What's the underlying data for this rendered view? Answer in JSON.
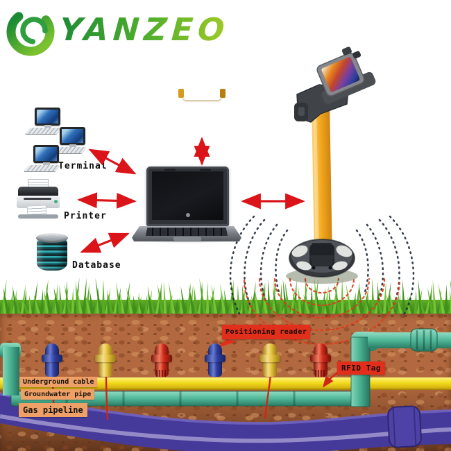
{
  "brand": {
    "name": "YANZEO",
    "logo_icon": "green-swirl-ring-icon",
    "green_dark": "#1b8a34",
    "green_light": "#9cc92c"
  },
  "office": {
    "terminal_label": "Terminal",
    "printer_label": "Printer",
    "database_label": "Database"
  },
  "diagram": {
    "arrow_color": "#da1418",
    "connections": [
      {
        "from": "Terminal",
        "to": "Laptop"
      },
      {
        "from": "Printer",
        "to": "Laptop"
      },
      {
        "from": "Database",
        "to": "Laptop"
      },
      {
        "from": "RFID marker",
        "to": "Laptop"
      },
      {
        "from": "Positioning reader",
        "to": "Laptop"
      }
    ]
  },
  "field": {
    "callout_positioning_reader": "Positioning reader",
    "callout_rfid_tag": "RFID Tag",
    "callout_bg": "#e22f1c",
    "utility_labels": [
      "Underground cable",
      "Groundwater pipe",
      "Gas pipeline"
    ],
    "utility_label_bg": "#efa066",
    "markers": [
      {
        "color_name": "blue",
        "hex": "#2f3f9f"
      },
      {
        "color_name": "yellow",
        "hex": "#e2bf3a"
      },
      {
        "color_name": "red",
        "hex": "#cf2a1a"
      },
      {
        "color_name": "blue",
        "hex": "#2f3f9f"
      },
      {
        "color_name": "yellow",
        "hex": "#e2bf3a"
      },
      {
        "color_name": "red",
        "hex": "#cf2a1a"
      }
    ],
    "pipes": {
      "underground_cable": "#f2d91c",
      "groundwater_pipe": "#4fb697",
      "gas_pipeline": "#45399a"
    },
    "wave_colors": {
      "air": "#232d3a",
      "ground": "#e23a1c"
    }
  }
}
